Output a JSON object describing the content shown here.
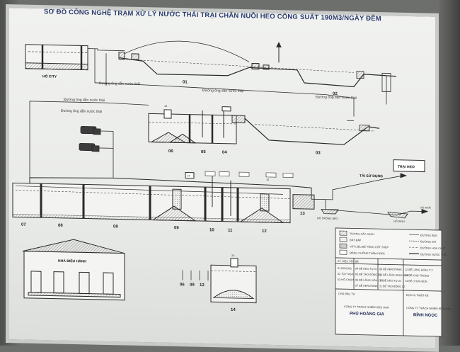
{
  "title": "SƠ ĐỒ CÔNG NGHỆ TRẠM XỬ LÝ NƯỚC THẢI TRẠI CHĂN NUÔI HEO CÔNG SUẤT 190M3/NGÀY ĐÊM",
  "labels": {
    "ho_city": "HỐ CITY",
    "pipe_1": "Đường ống dẫn nước thải",
    "pipe_2": "Đường ống dẫn nước thải",
    "pipe_3": "Đường ống dẫn nước thải",
    "pipe_4": "Đường ống dẫn nước thải",
    "pipe_5": "Đường ống dẫn nước thải",
    "tai_su_dung": "TÁI SỬ DỤNG",
    "trai_heo": "TRẠI HEO",
    "ho_trong_bon": "HỒ TRỒNG BÈO",
    "ho_sinh_hoc": "HỒ SINH",
    "xa_thai": "XẢ THẢI",
    "nha_dieu_hanh": "NHÀ ĐIỀU HÀNH"
  },
  "tank_numbers": {
    "t01": "01",
    "t02": "02",
    "t03": "03",
    "t04": "04",
    "t05": "05",
    "t06": "06",
    "t07": "07",
    "t08": "08",
    "t09": "09",
    "t10": "10",
    "t11": "11",
    "t12": "12",
    "t13": "13",
    "t14a": "14",
    "t14b": "14",
    "t14c": "14",
    "t14d": "14"
  },
  "legend": {
    "items": [
      "TƯỜNG XÂY GẠCH",
      "ĐẤT ĐẮP",
      "VẬT LIỆU BÊ TÔNG CỐT THÉP",
      "MÀNG CHỐNG THẤM HDPE"
    ],
    "lines": [
      "ĐƯỜNG BÙN",
      "ĐƯỜNG KHÍ",
      "ĐƯỜNG HOÁ CHẤT",
      "ĐƯỜNG NƯỚC THẢI"
    ]
  },
  "notes": {
    "header": "KÝ HIỆU TÊN BỂ",
    "col1": [
      "01 BIOGAS",
      "02 TÙY NGHI",
      "03 HỒ CHỨA"
    ],
    "col2": [
      "04 BỂ KEO TỤ 01",
      "05 BỂ TẠO BÔNG 01",
      "06 BỂ LẮNG HÓA LÝ 1",
      "07 BỂ AEROTANK"
    ],
    "col3": [
      "08 BỂ AEROTANK",
      "09 BỂ LẮNG SINH HỌC",
      "10 BỂ KEO TỤ 02",
      "11 BỂ TẠO BÔNG 02"
    ],
    "col4": [
      "12 BỂ LẮNG HÓA LÝ 2",
      "13 BỂ KHỬ TRÙNG",
      "14 BỂ CHỨA BÙN"
    ]
  },
  "companies": {
    "left_prefix": "CÔNG TY TRÁCH NHIỆM HỮU HẠN",
    "left_name": "PHÚ HOÀNG GIA",
    "right_prefix": "CÔNG TY TRÁCH NHIỆM HỮU HẠN",
    "right_name": "ĐỈNH NGỌC",
    "left_header": "CHỦ ĐẦU TƯ",
    "right_header": "ĐƠN VỊ THIẾT KẾ"
  },
  "colors": {
    "line": "#2a2a2a",
    "title": "#2a3c6e",
    "fill_hatch": "#9a9a9a"
  }
}
